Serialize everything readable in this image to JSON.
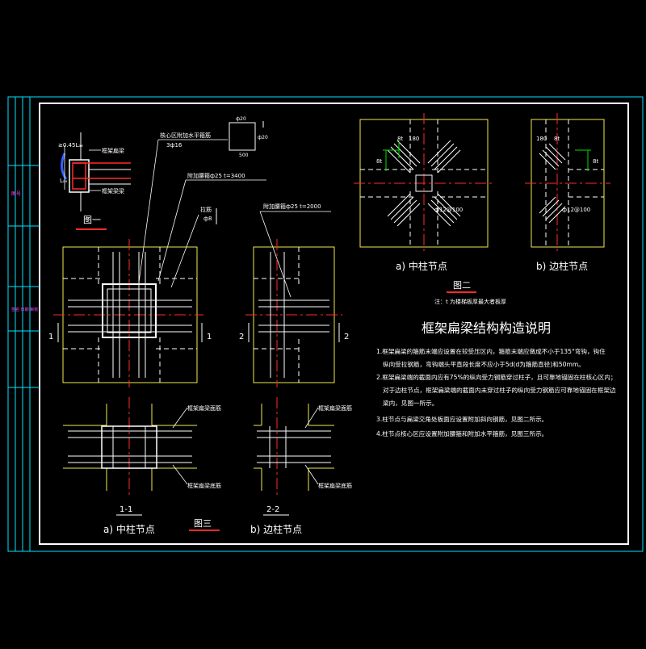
{
  "title_block": {
    "label_a": "图号",
    "label_b": "签名 日期 审核"
  },
  "fig1": {
    "dim1": "≥0.45Lₐₑ",
    "dim2": "Lₐₑ",
    "beam_label": "框架扁梁",
    "frame_beam_label": "框架梁梁",
    "caption": "图一"
  },
  "fig2": {
    "left_dims": [
      "8t",
      "8t",
      "180"
    ],
    "right_dims": [
      "180",
      "8t",
      "8t"
    ],
    "left_bar": "ф12@100",
    "right_bar": "ф12@100",
    "cap_a": "a) 中柱节点",
    "cap_b": "b) 边柱节点",
    "caption": "图二",
    "note": "注：t 为楼梯板厚最大者板厚"
  },
  "fig3": {
    "callout_core": "核心区附加水平箍筋",
    "callout_core2": "3ф16",
    "sec_dims": [
      "ф20",
      "500",
      "ф20"
    ],
    "callout_hoop": "附加腰箍ф25  t=3400",
    "callout_tie": "拉筋",
    "callout_tie2": "ф8",
    "callout_right": "附加腰箍ф25  t=2000",
    "sec1": "1",
    "sec2": "2",
    "top_bar": "框架扁梁面筋",
    "bot_bar": "框架扁梁底筋",
    "sec11": "1-1",
    "sec22": "2-2",
    "cap_a": "a) 中柱节点",
    "cap_b": "b) 边柱节点",
    "caption": "图三"
  },
  "notes": {
    "title": "框架扁梁结构构造说明",
    "items": [
      "1.框架扁梁的箍筋末端应设置在较受压区内，箍筋末端应做成不小于135°弯钩，钩住",
      "纵向受拉钢筋，弯钩端头平直段长度不应小于5d(d为箍筋直径)和50mm。",
      "2.框架扁梁端的截面内应有75%的纵向受力钢筋穿过柱子，且可靠地锚固在柱核心区内；",
      "对于边柱节点，框架扁梁端的截面内未穿过柱子的纵向受力钢筋应可靠地锚固在框架边",
      "梁内，见图一所示。",
      "3.柱节点与扁梁交角处板面应设置附加斜向钢筋，见图二所示。",
      "4.柱节点核心区应设置附加腰箍和附加水平箍筋，见图三所示。"
    ]
  }
}
